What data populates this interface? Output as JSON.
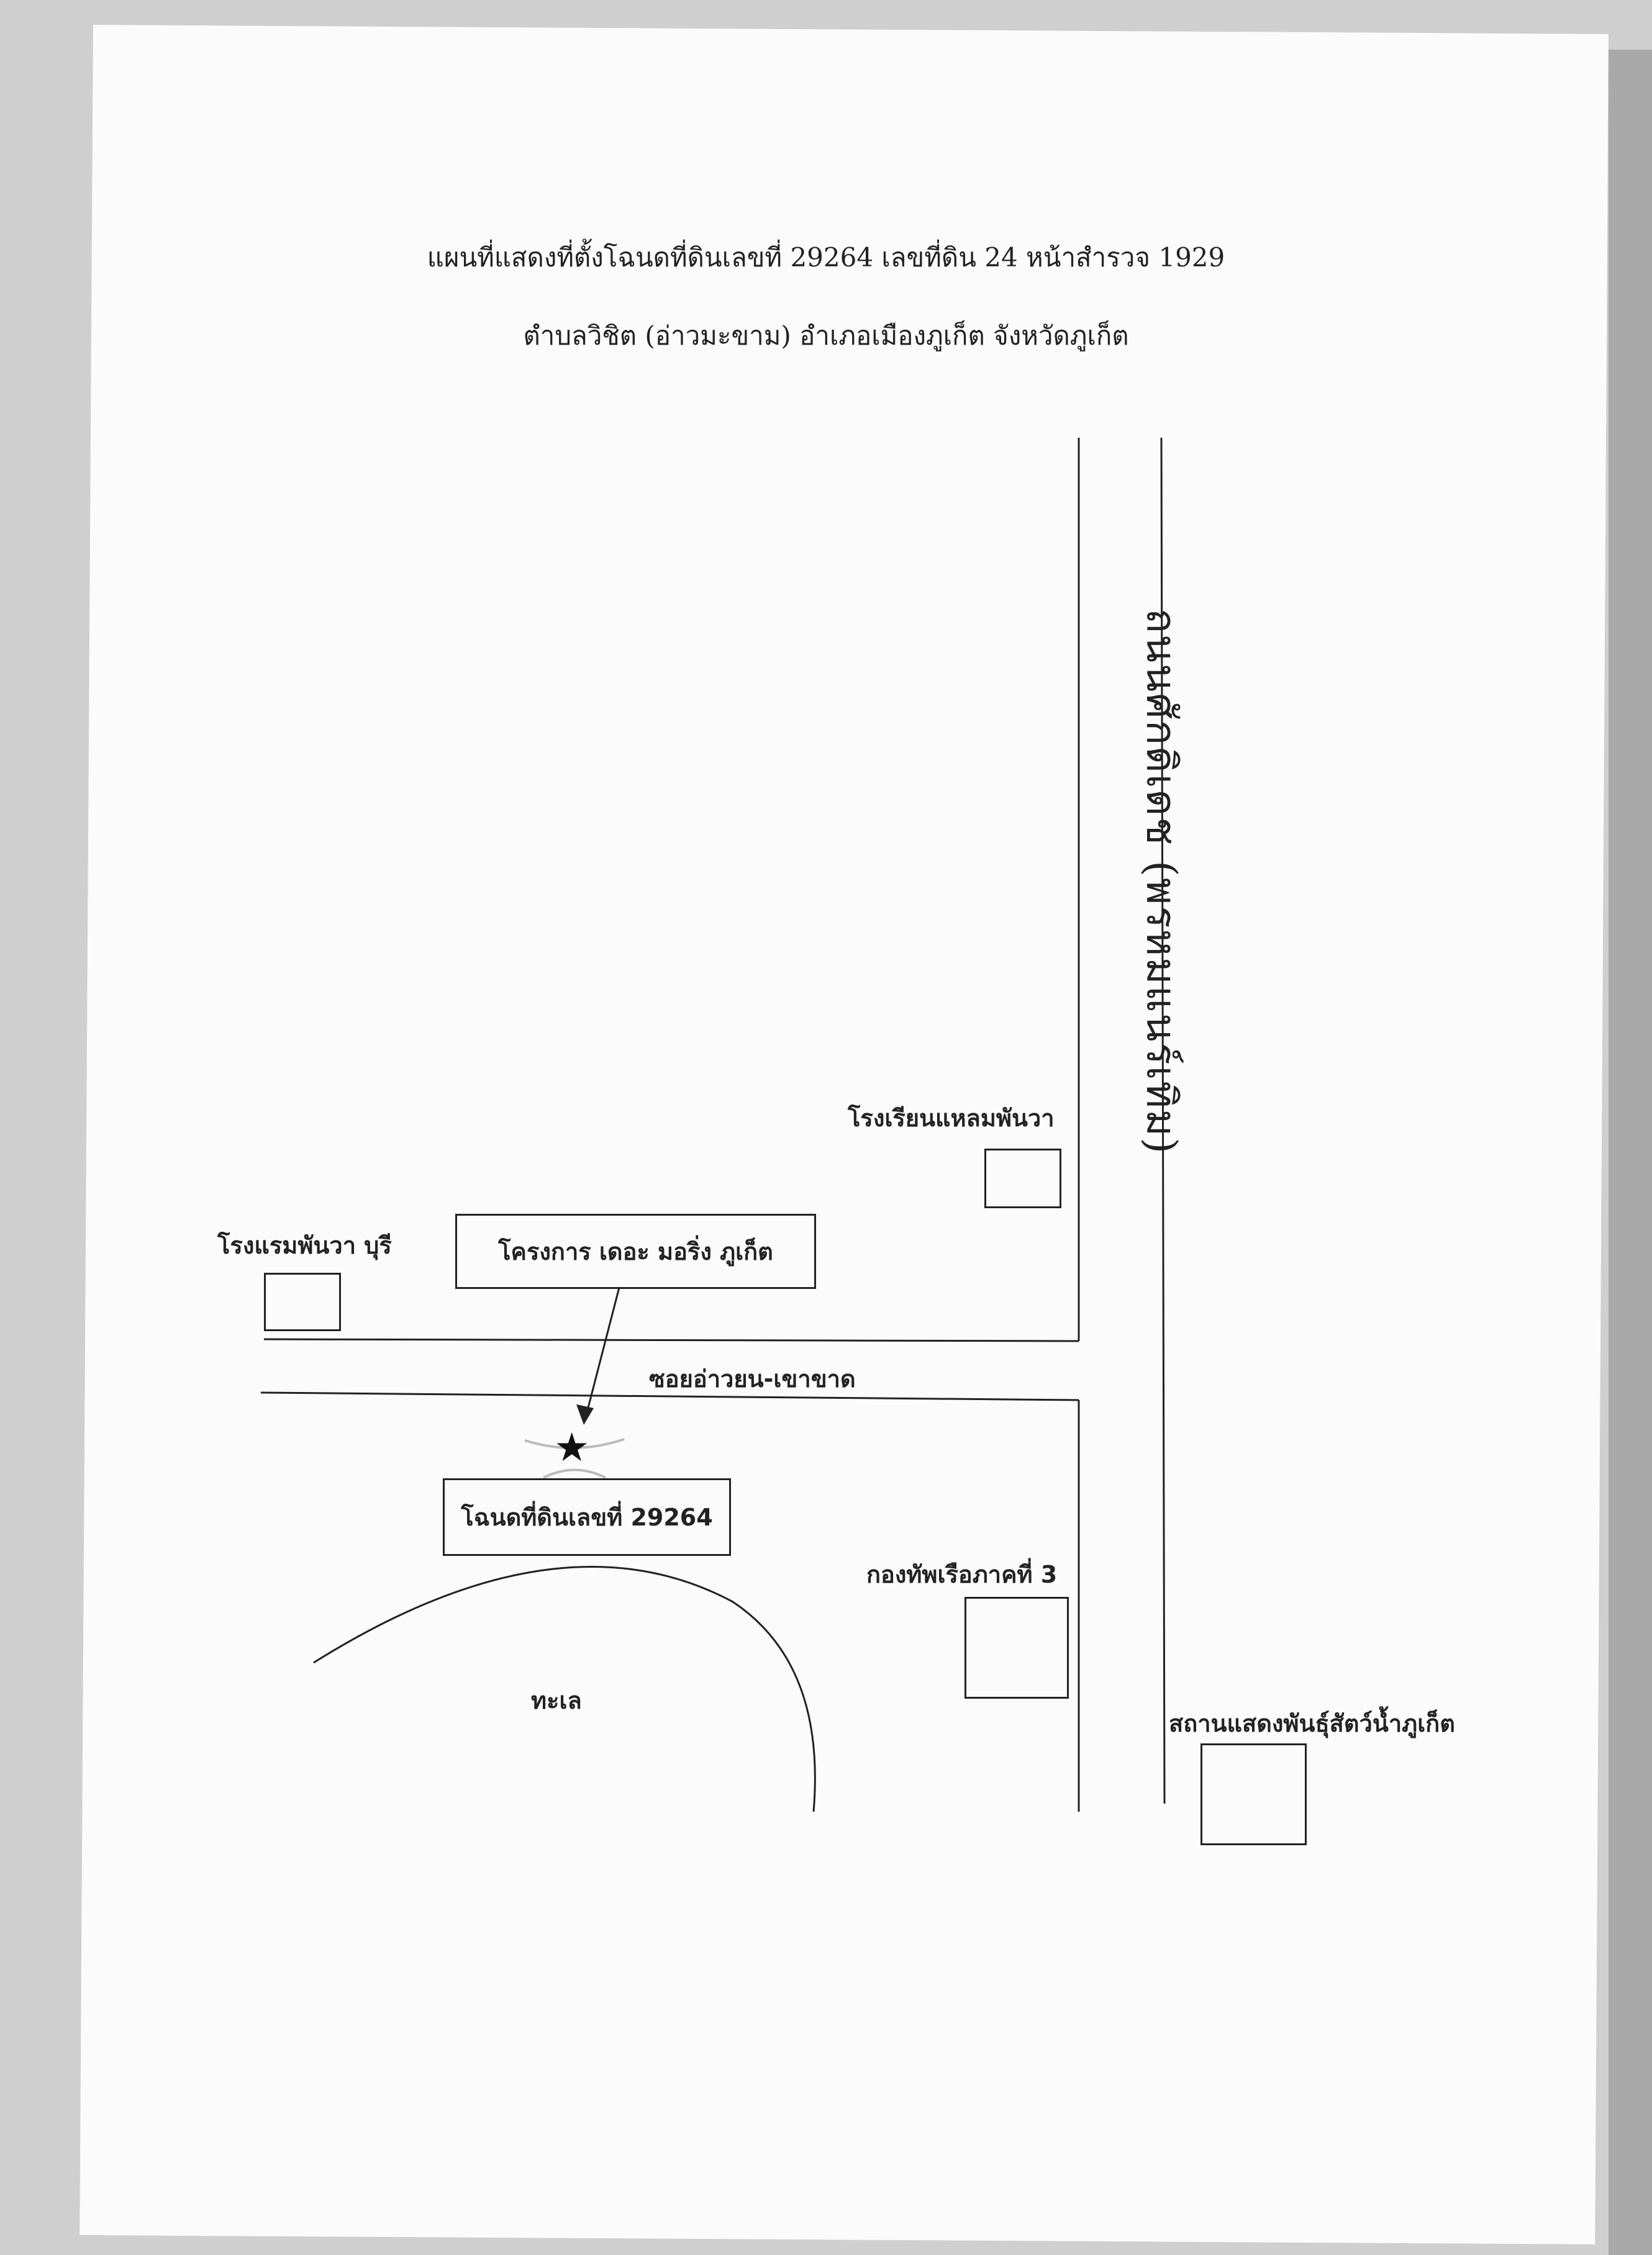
{
  "header": {
    "title_line1": "แผนที่แสดงที่ตั้งโฉนดที่ดินเลขที่ 29264 เลขที่ดิน 24 หน้าสำรวจ 1929",
    "title_line2": "ตำบลวิชิต (อ่าวมะขาม) อำเภอเมืองภูเก็ต จังหวัดภูเก็ต"
  },
  "map": {
    "main_road_label": "ถนนศักดิเดช (พรหมแนร์เทิม)",
    "side_road_label": "ซอยอ่าวยน-เขาขาด",
    "project_label": "โครงการ เดอะ มอริ่ง ภูเก็ต",
    "parcel_label": "โฉนดที่ดินเลขที่ 29264",
    "sea_label": "ทะเล",
    "landmarks": {
      "school": "โรงเรียนแหลมพันวา",
      "hotel": "โรงแรมพันวา บุรี",
      "navy": "กองทัพเรือภาคที่ 3",
      "aquarium": "สถานแสดงพันธุ์สัตว์น้ำภูเก็ต"
    },
    "marker_icon": "star-icon"
  }
}
